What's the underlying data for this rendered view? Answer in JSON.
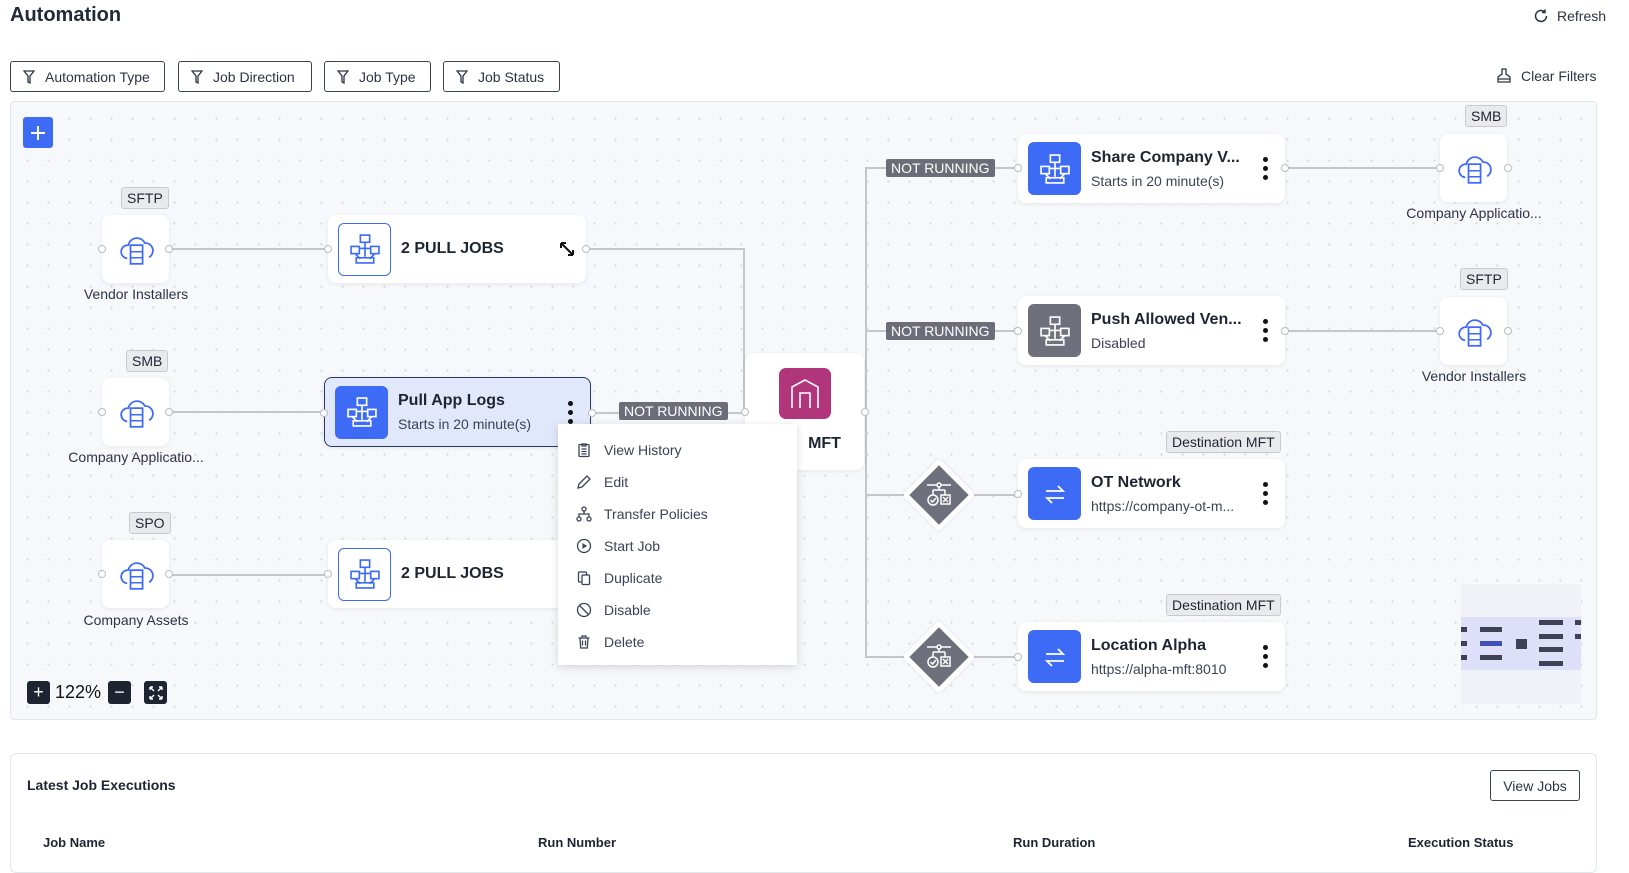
{
  "header": {
    "title": "Automation",
    "refresh_label": "Refresh",
    "clear_filters_label": "Clear Filters"
  },
  "filters": [
    {
      "label": "Automation Type"
    },
    {
      "label": "Job Direction"
    },
    {
      "label": "Job Type"
    },
    {
      "label": "Job Status"
    }
  ],
  "canvas": {
    "zoom_level": "122%",
    "sources": [
      {
        "tag": "SFTP",
        "label": "Vendor Installers"
      },
      {
        "tag": "SMB",
        "label": "Company Applicatio..."
      },
      {
        "tag": "SPO",
        "label": "Company Assets"
      }
    ],
    "groups": [
      {
        "label": "2 PULL JOBS"
      },
      {
        "label": "2 PULL JOBS"
      }
    ],
    "selected_job": {
      "name": "Pull App Logs",
      "subtitle": "Starts in 20 minute(s)",
      "status": "NOT RUNNING"
    },
    "hub": {
      "label": "MFT",
      "color": "#b0357a"
    },
    "right_jobs": [
      {
        "name": "Share Company V...",
        "subtitle": "Starts in 20 minute(s)",
        "status": "NOT RUNNING",
        "state": "enabled"
      },
      {
        "name": "Push Allowed Ven...",
        "subtitle": "Disabled",
        "status": "NOT RUNNING",
        "state": "disabled"
      },
      {
        "name": "OT Network",
        "subtitle": "https://company-ot-m...",
        "tag": "Destination MFT"
      },
      {
        "name": "Location Alpha",
        "subtitle": "https://alpha-mft:8010",
        "tag": "Destination MFT"
      }
    ],
    "destinations": [
      {
        "tag": "SMB",
        "label": "Company Applicatio..."
      },
      {
        "tag": "SFTP",
        "label": "Vendor Installers"
      }
    ],
    "context_menu": [
      {
        "label": "View History",
        "icon": "clipboard-icon"
      },
      {
        "label": "Edit",
        "icon": "pencil-icon"
      },
      {
        "label": "Transfer Policies",
        "icon": "hierarchy-icon"
      },
      {
        "label": "Start Job",
        "icon": "play-circle-icon"
      },
      {
        "label": "Duplicate",
        "icon": "copy-icon"
      },
      {
        "label": "Disable",
        "icon": "ban-icon"
      },
      {
        "label": "Delete",
        "icon": "trash-icon"
      }
    ]
  },
  "executions": {
    "title": "Latest Job Executions",
    "view_jobs_label": "View Jobs",
    "columns": [
      "Job Name",
      "Run Number",
      "Run Duration",
      "Execution Status"
    ]
  },
  "colors": {
    "accent": "#3d6bf5",
    "disabled": "#6e717c",
    "hub": "#b0357a"
  }
}
